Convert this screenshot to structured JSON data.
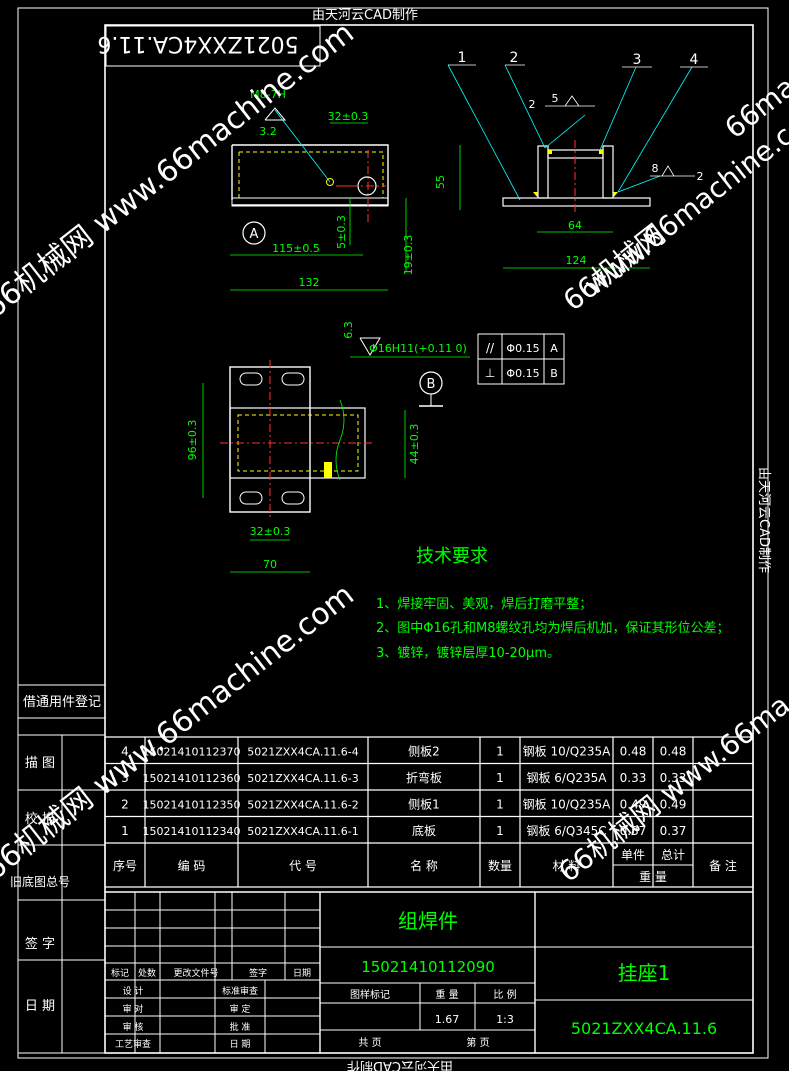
{
  "watermarks": {
    "top_banner": "由天河云CAD制作",
    "bottom_banner": "由天河云CAD制作",
    "side_banner": "由天河云CAD制作",
    "site_main": "66机械网 www.66machine.com",
    "site_bottom": "66机械网 www.66machine.com",
    "site_mid_left": "66机械网",
    "site_mid_url": "www.66machine.com",
    "site_right": "66机械网 www.66ma",
    "site_far_right": "66ma"
  },
  "drawing_code_rotated": "5021ZXX4CA.11.6",
  "views": {
    "part_numbers": [
      "1",
      "2",
      "3",
      "4"
    ],
    "view_a_label": "A",
    "view_b_label": "B",
    "dims": {
      "tap": "M8-7H",
      "rough_top": "3.2",
      "d_32_top": "32±0.3",
      "d_55": "55",
      "d_5": "5±0.3",
      "d_115": "115±0.5",
      "d_19": "19±0.3",
      "d_132": "132",
      "weld_5": "5",
      "weld_2a": "2",
      "weld_8": "8",
      "weld_2b": "2",
      "d_64": "64",
      "d_124": "124",
      "rough_plan": "6.3",
      "d_hole": "Φ16H11(+0.11 0)",
      "d_96": "96±0.3",
      "d_44": "44±0.3",
      "d_32_plan": "32±0.3",
      "d_70": "70"
    },
    "tolerance": [
      {
        "sym": "//",
        "val": "Φ0.15",
        "ref": "A"
      },
      {
        "sym": "⊥",
        "val": "Φ0.15",
        "ref": "B"
      }
    ]
  },
  "requirements": {
    "title": "技术要求",
    "items": [
      "1、焊接牢固、美观，焊后打磨平整；",
      "2、图中Φ16孔和M8螺纹孔均为焊后机加，保证其形位公差；",
      "3、镀锌，镀锌层厚10-20μm。"
    ]
  },
  "left_strip": [
    "借通用件登记",
    "描  图",
    "校  描",
    "旧底图总号",
    "签  字",
    "日  期"
  ],
  "bom": {
    "rows": [
      {
        "no": "4",
        "code": "15021410112370",
        "drawing": "5021ZXX4CA.11.6-4",
        "name": "侧板2",
        "qty": "1",
        "material": "钢板 10/Q235A",
        "unit": "0.48",
        "total": "0.48"
      },
      {
        "no": "3",
        "code": "15021410112360",
        "drawing": "5021ZXX4CA.11.6-3",
        "name": "折弯板",
        "qty": "1",
        "material": "钢板 6/Q235A",
        "unit": "0.33",
        "total": "0.33"
      },
      {
        "no": "2",
        "code": "15021410112350",
        "drawing": "5021ZXX4CA.11.6-2",
        "name": "侧板1",
        "qty": "1",
        "material": "钢板 10/Q235A",
        "unit": "0.49",
        "total": "0.49"
      },
      {
        "no": "1",
        "code": "15021410112340",
        "drawing": "5021ZXX4CA.11.6-1",
        "name": "底板",
        "qty": "1",
        "material": "钢板 6/Q345C",
        "unit": "0.37",
        "total": "0.37"
      }
    ],
    "headers": {
      "no": "序号",
      "code": "编    码",
      "drawing": "代    号",
      "name": "名    称",
      "qty": "数量",
      "material": "材    料",
      "unit": "单件",
      "total": "总计",
      "weight": "重    量",
      "remark": "备  注"
    }
  },
  "title_block": {
    "type": "组焊件",
    "code": "15021410112090",
    "part_name": "挂座1",
    "drawing_no": "5021ZXX4CA.11.6",
    "rev_headers": [
      "标记",
      "处数",
      "更改文件号",
      "签字",
      "日期"
    ],
    "roles_left": [
      "设  计",
      "审  对",
      "审  核",
      "工艺审查"
    ],
    "roles_right": [
      "标准审查",
      "审  定",
      "批  准",
      "日  期"
    ],
    "stage_label": "图样标记",
    "weight_label": "重  量",
    "scale_label": "比  例",
    "weight": "1.67",
    "scale": "1:3",
    "sheets_label": "共    页",
    "sheet_label": "第    页"
  },
  "colors": {
    "bg": "#000000",
    "line": "#ffffff",
    "green": "#00ff00",
    "yellow": "#ffff00",
    "cyan": "#00ffff",
    "red": "#ff3030",
    "magenta": "#ff40ff"
  }
}
